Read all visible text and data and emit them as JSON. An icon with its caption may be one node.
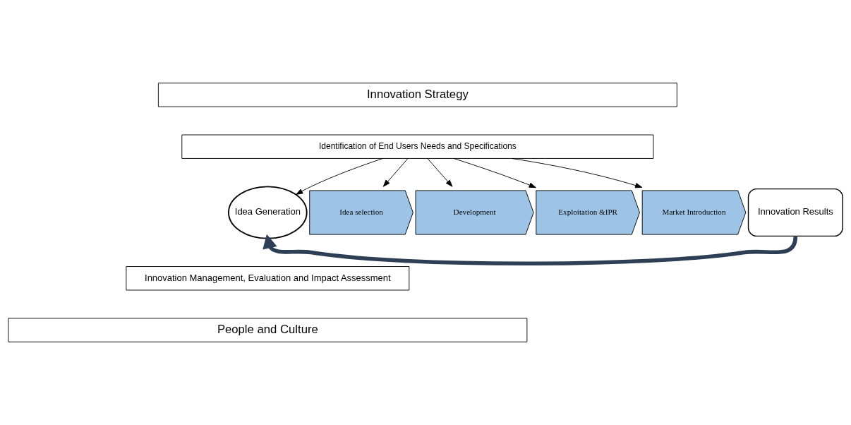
{
  "diagram": {
    "nodes": [
      {
        "text": [
          "Innovation Strategy"
        ]
      },
      {
        "text": [
          "Identification of End Users Needs and Specifications"
        ]
      },
      {
        "text": [
          "Idea Generation"
        ]
      },
      {
        "text": [
          "Idea selection"
        ]
      },
      {
        "text": [
          "Development"
        ]
      },
      {
        "text": [
          "Exploitation &IPR"
        ]
      },
      {
        "text": [
          "Market Introduction"
        ]
      },
      {
        "text": [
          "Innovation Results"
        ]
      },
      {
        "text": [
          "Innovation Management, Evaluation and Impact Assessment"
        ]
      },
      {
        "text": [
          "People and Culture"
        ]
      }
    ],
    "edges": [
      {
        "from": 1,
        "to": 2,
        "arrow": "to"
      },
      {
        "from": 1,
        "to": 3,
        "arrow": "to"
      },
      {
        "from": 1,
        "to": 4,
        "arrow": "to"
      },
      {
        "from": 1,
        "to": 5,
        "arrow": "to"
      },
      {
        "from": 1,
        "to": 6,
        "arrow": "to"
      },
      {
        "from": 7,
        "to": 2,
        "arrow": "to",
        "style": "thick",
        "color": "#2e3f55"
      }
    ]
  }
}
